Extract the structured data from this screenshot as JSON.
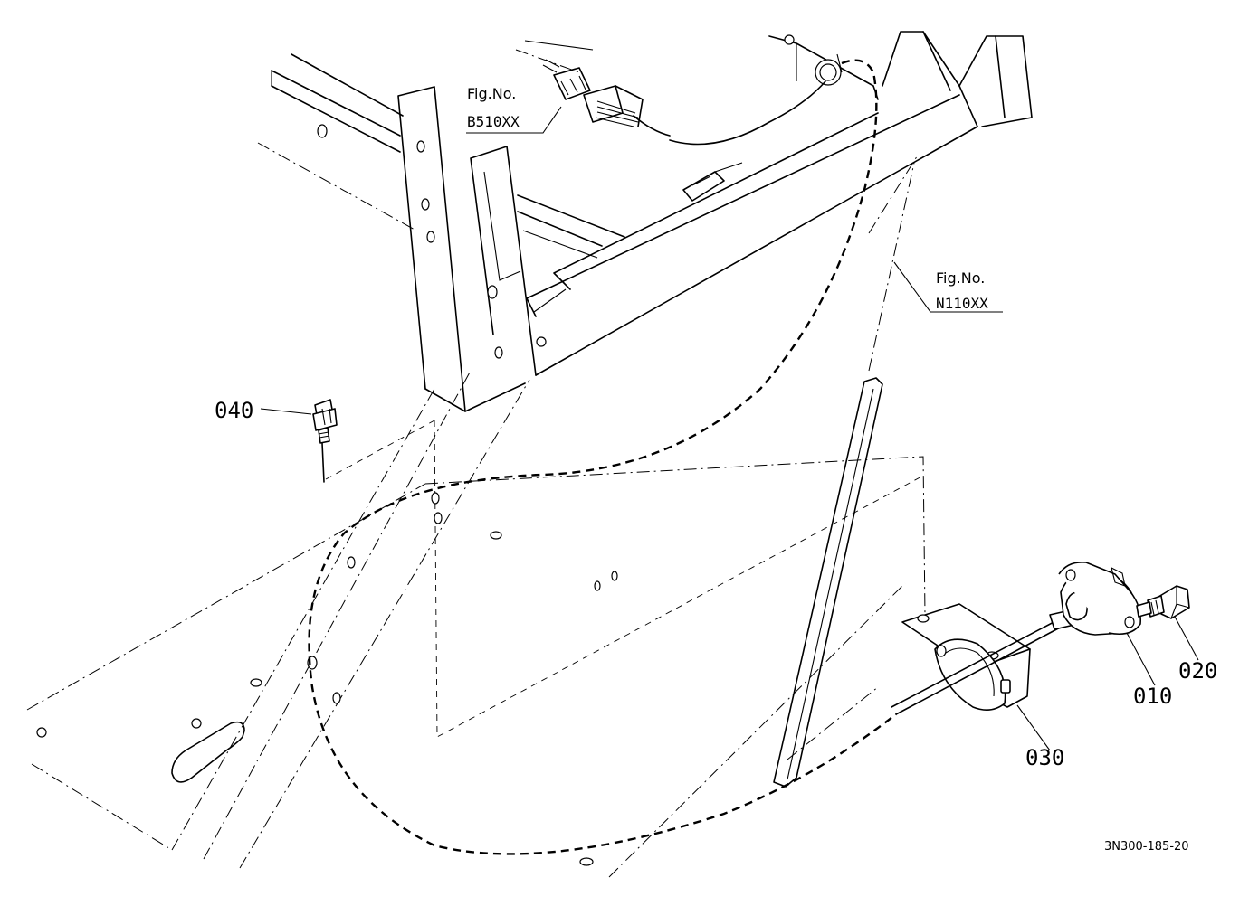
{
  "callouts": {
    "p010": "010",
    "p020": "020",
    "p030": "030",
    "p040": "040"
  },
  "figure_refs": {
    "upper": {
      "label": "Fig.No.",
      "code": "B510XX"
    },
    "right": {
      "label": "Fig.No.",
      "code": "N110XX"
    }
  },
  "drawing_id": "3N300-185-20",
  "colors": {
    "line": "#000000",
    "background": "#ffffff"
  }
}
